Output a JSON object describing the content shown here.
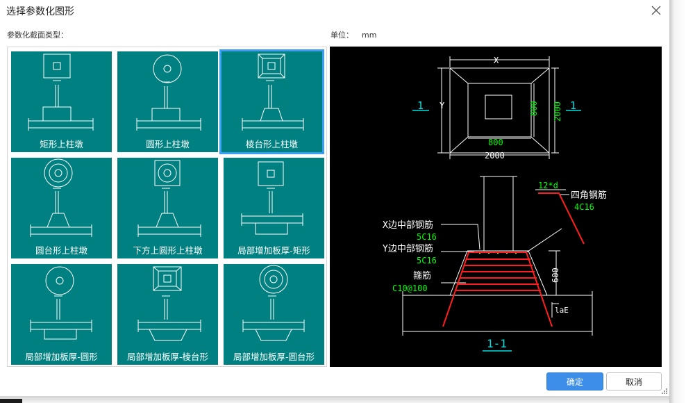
{
  "dialog": {
    "title": "选择参数化图形",
    "section_label": "参数化截面类型：",
    "unit_label": "单位：",
    "unit_value": "mm",
    "ok_label": "确定",
    "cancel_label": "取消"
  },
  "shapes": [
    {
      "label": "矩形上柱墩"
    },
    {
      "label": "圆形上柱墩"
    },
    {
      "label": "棱台形上柱墩",
      "selected": true
    },
    {
      "label": "圆台形上柱墩"
    },
    {
      "label": "下方上圆形上柱墩"
    },
    {
      "label": "局部增加板厚-矩形"
    },
    {
      "label": "局部增加板厚-圆形"
    },
    {
      "label": "局部增加板厚-棱台形"
    },
    {
      "label": "局部增加板厚-圆台形"
    }
  ],
  "preview": {
    "dim_x": "X",
    "dim_y": "Y",
    "dim_800_h": "800",
    "dim_800_v": "800",
    "dim_2000_h": "2000",
    "dim_2000_v": "2000",
    "section_mark_left": "1",
    "section_mark_right": "1",
    "label_12d": "12*d",
    "corner_bar_label": "四角钢筋",
    "corner_bar_value": "4C16",
    "x_bar_label": "X边中部钢筋",
    "x_bar_value": "5C16",
    "y_bar_label": "Y边中部钢筋",
    "y_bar_value": "5C16",
    "stirrup_label": "箍筋",
    "stirrup_value": "C10@100",
    "dim_600": "600",
    "dim_lae": "laE",
    "section_title": "1-1"
  },
  "colors": {
    "tile_bg": "#008080",
    "selected_border": "#3d9df0",
    "ok_button": "#3d8ee8",
    "cad_white": "#ffffff",
    "cad_green": "#00ff00",
    "cad_red": "#ff1e1e",
    "cad_cyan": "#00e0e0"
  }
}
